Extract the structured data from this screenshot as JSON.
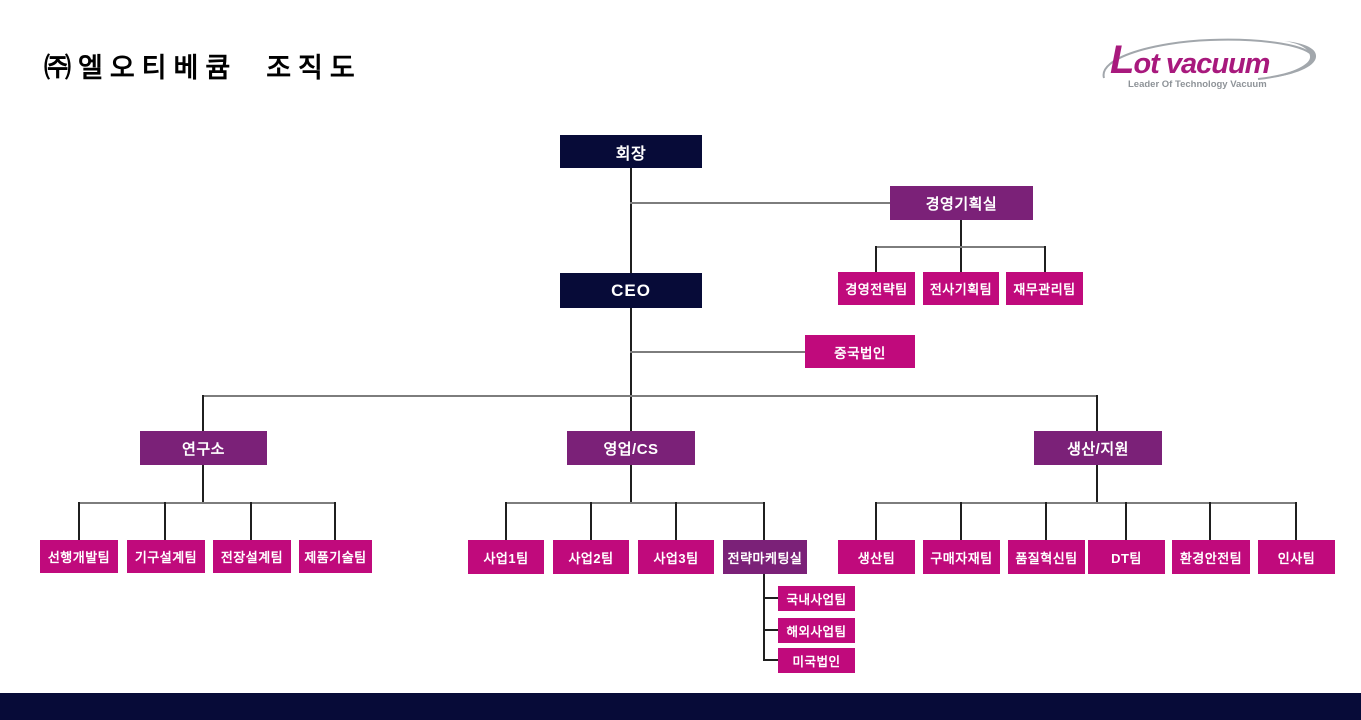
{
  "title": "㈜엘오티베큠  조직도",
  "logo": {
    "brand": "Lot vacuum",
    "tagline": "Leader Of Technology Vacuum"
  },
  "colors": {
    "navy": "#070b38",
    "purple": "#7b2178",
    "magenta": "#c00a7c",
    "line_horizontal": "#7d7d7d",
    "line_vertical": "#1f1f1f",
    "logo_magenta": "#a8197d",
    "logo_gray": "#a2a7ac"
  },
  "org": {
    "chairman": "회장",
    "ceo": "CEO",
    "planning_office": "경영기획실",
    "planning_teams": [
      "경영전략팀",
      "전사기획팀",
      "재무관리팀"
    ],
    "china_entity": "중국법인",
    "divisions": {
      "rnd": "연구소",
      "sales": "영업/CS",
      "production": "생산/지원"
    },
    "rnd_teams": [
      "선행개발팀",
      "기구설계팀",
      "전장설계팀",
      "제품기술팀"
    ],
    "sales_teams": [
      "사업1팀",
      "사업2팀",
      "사업3팀",
      "전략마케팅실"
    ],
    "marketing_teams": [
      "국내사업팀",
      "해외사업팀",
      "미국법인"
    ],
    "production_teams": [
      "생산팀",
      "구매자재팀",
      "품질혁신팀",
      "DT팀",
      "환경안전팀",
      "인사팀"
    ]
  }
}
